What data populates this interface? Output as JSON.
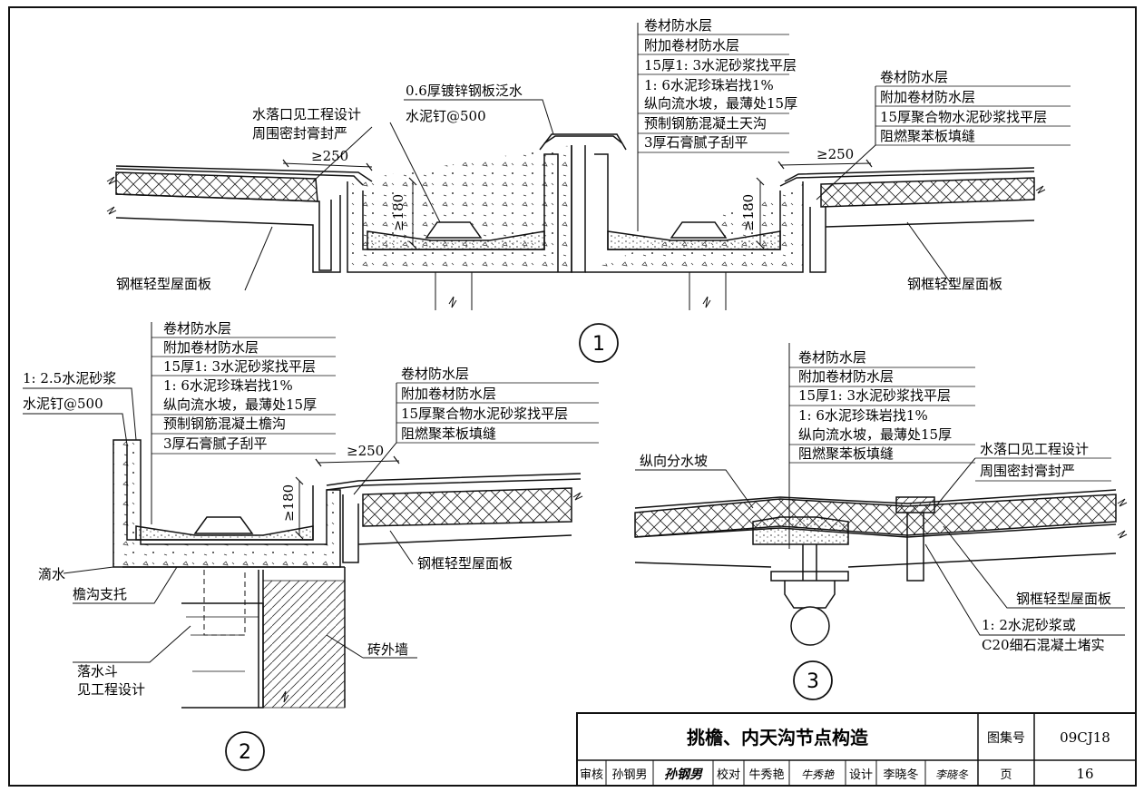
{
  "detail1": {
    "number": "1",
    "stack_labels": [
      "卷材防水层",
      "附加卷材防水层",
      "15厚1: 3水泥砂浆找平层",
      "1: 6水泥珍珠岩找1%",
      "纵向流水坡，最薄处15厚",
      "预制钢筋混凝土天沟",
      "3厚石膏腻子刮平"
    ],
    "right_labels": [
      "卷材防水层",
      "附加卷材防水层",
      "15厚聚合物水泥砂浆找平层",
      "阻燃聚苯板填缝"
    ],
    "flashing": "0.6厚镀锌钢板泛水",
    "nail": "水泥钉@500",
    "outlet_a": "水落口见工程设计",
    "outlet_b": "周围密封膏封严",
    "dim_left": "≥250",
    "dim_right": "≥250",
    "dim_h_left": "≥180",
    "dim_h_right": "≥180",
    "panel_left": "钢框轻型屋面板",
    "panel_right": "钢框轻型屋面板"
  },
  "detail2": {
    "number": "2",
    "stack_labels": [
      "卷材防水层",
      "附加卷材防水层",
      "15厚1: 3水泥砂浆找平层",
      "1: 6水泥珍珠岩找1%",
      "纵向流水坡，最薄处15厚",
      "预制钢筋混凝土檐沟",
      "3厚石膏腻子刮平"
    ],
    "right_labels": [
      "卷材防水层",
      "附加卷材防水层",
      "15厚聚合物水泥砂浆找平层",
      "阻燃聚苯板填缝"
    ],
    "mortar": "1: 2.5水泥砂浆",
    "nail": "水泥钉@500",
    "drip": "滴水",
    "bracket": "檐沟支托",
    "funnel_a": "落水斗",
    "funnel_b": "见工程设计",
    "wall": "砖外墙",
    "dim": "≥250",
    "dim_h": "≥180",
    "panel": "钢框轻型屋面板"
  },
  "detail3": {
    "number": "3",
    "stack_labels": [
      "卷材防水层",
      "附加卷材防水层",
      "15厚1: 3水泥砂浆找平层",
      "1: 6水泥珍珠岩找1%",
      "纵向流水坡，最薄处15厚",
      "阻燃聚苯板填缝"
    ],
    "slope": "纵向分水坡",
    "outlet_a": "水落口见工程设计",
    "outlet_b": "周围密封膏封严",
    "panel": "钢框轻型屋面板",
    "fill_a": "1: 2水泥砂浆或",
    "fill_b": "C20细石混凝土堵实"
  },
  "title_block": {
    "title": "挑檐、内天沟节点构造",
    "atlas_label": "图集号",
    "atlas_no": "09CJ18",
    "review_label": "审核",
    "reviewer": "孙钢男",
    "reviewer_sign": "孙钢男",
    "check_label": "校对",
    "checker": "牛秀艳",
    "checker_sign": "牛秀艳",
    "design_label": "设计",
    "designer": "李晓冬",
    "designer_sign": "李晓冬",
    "page_label": "页",
    "page_no": "16"
  }
}
